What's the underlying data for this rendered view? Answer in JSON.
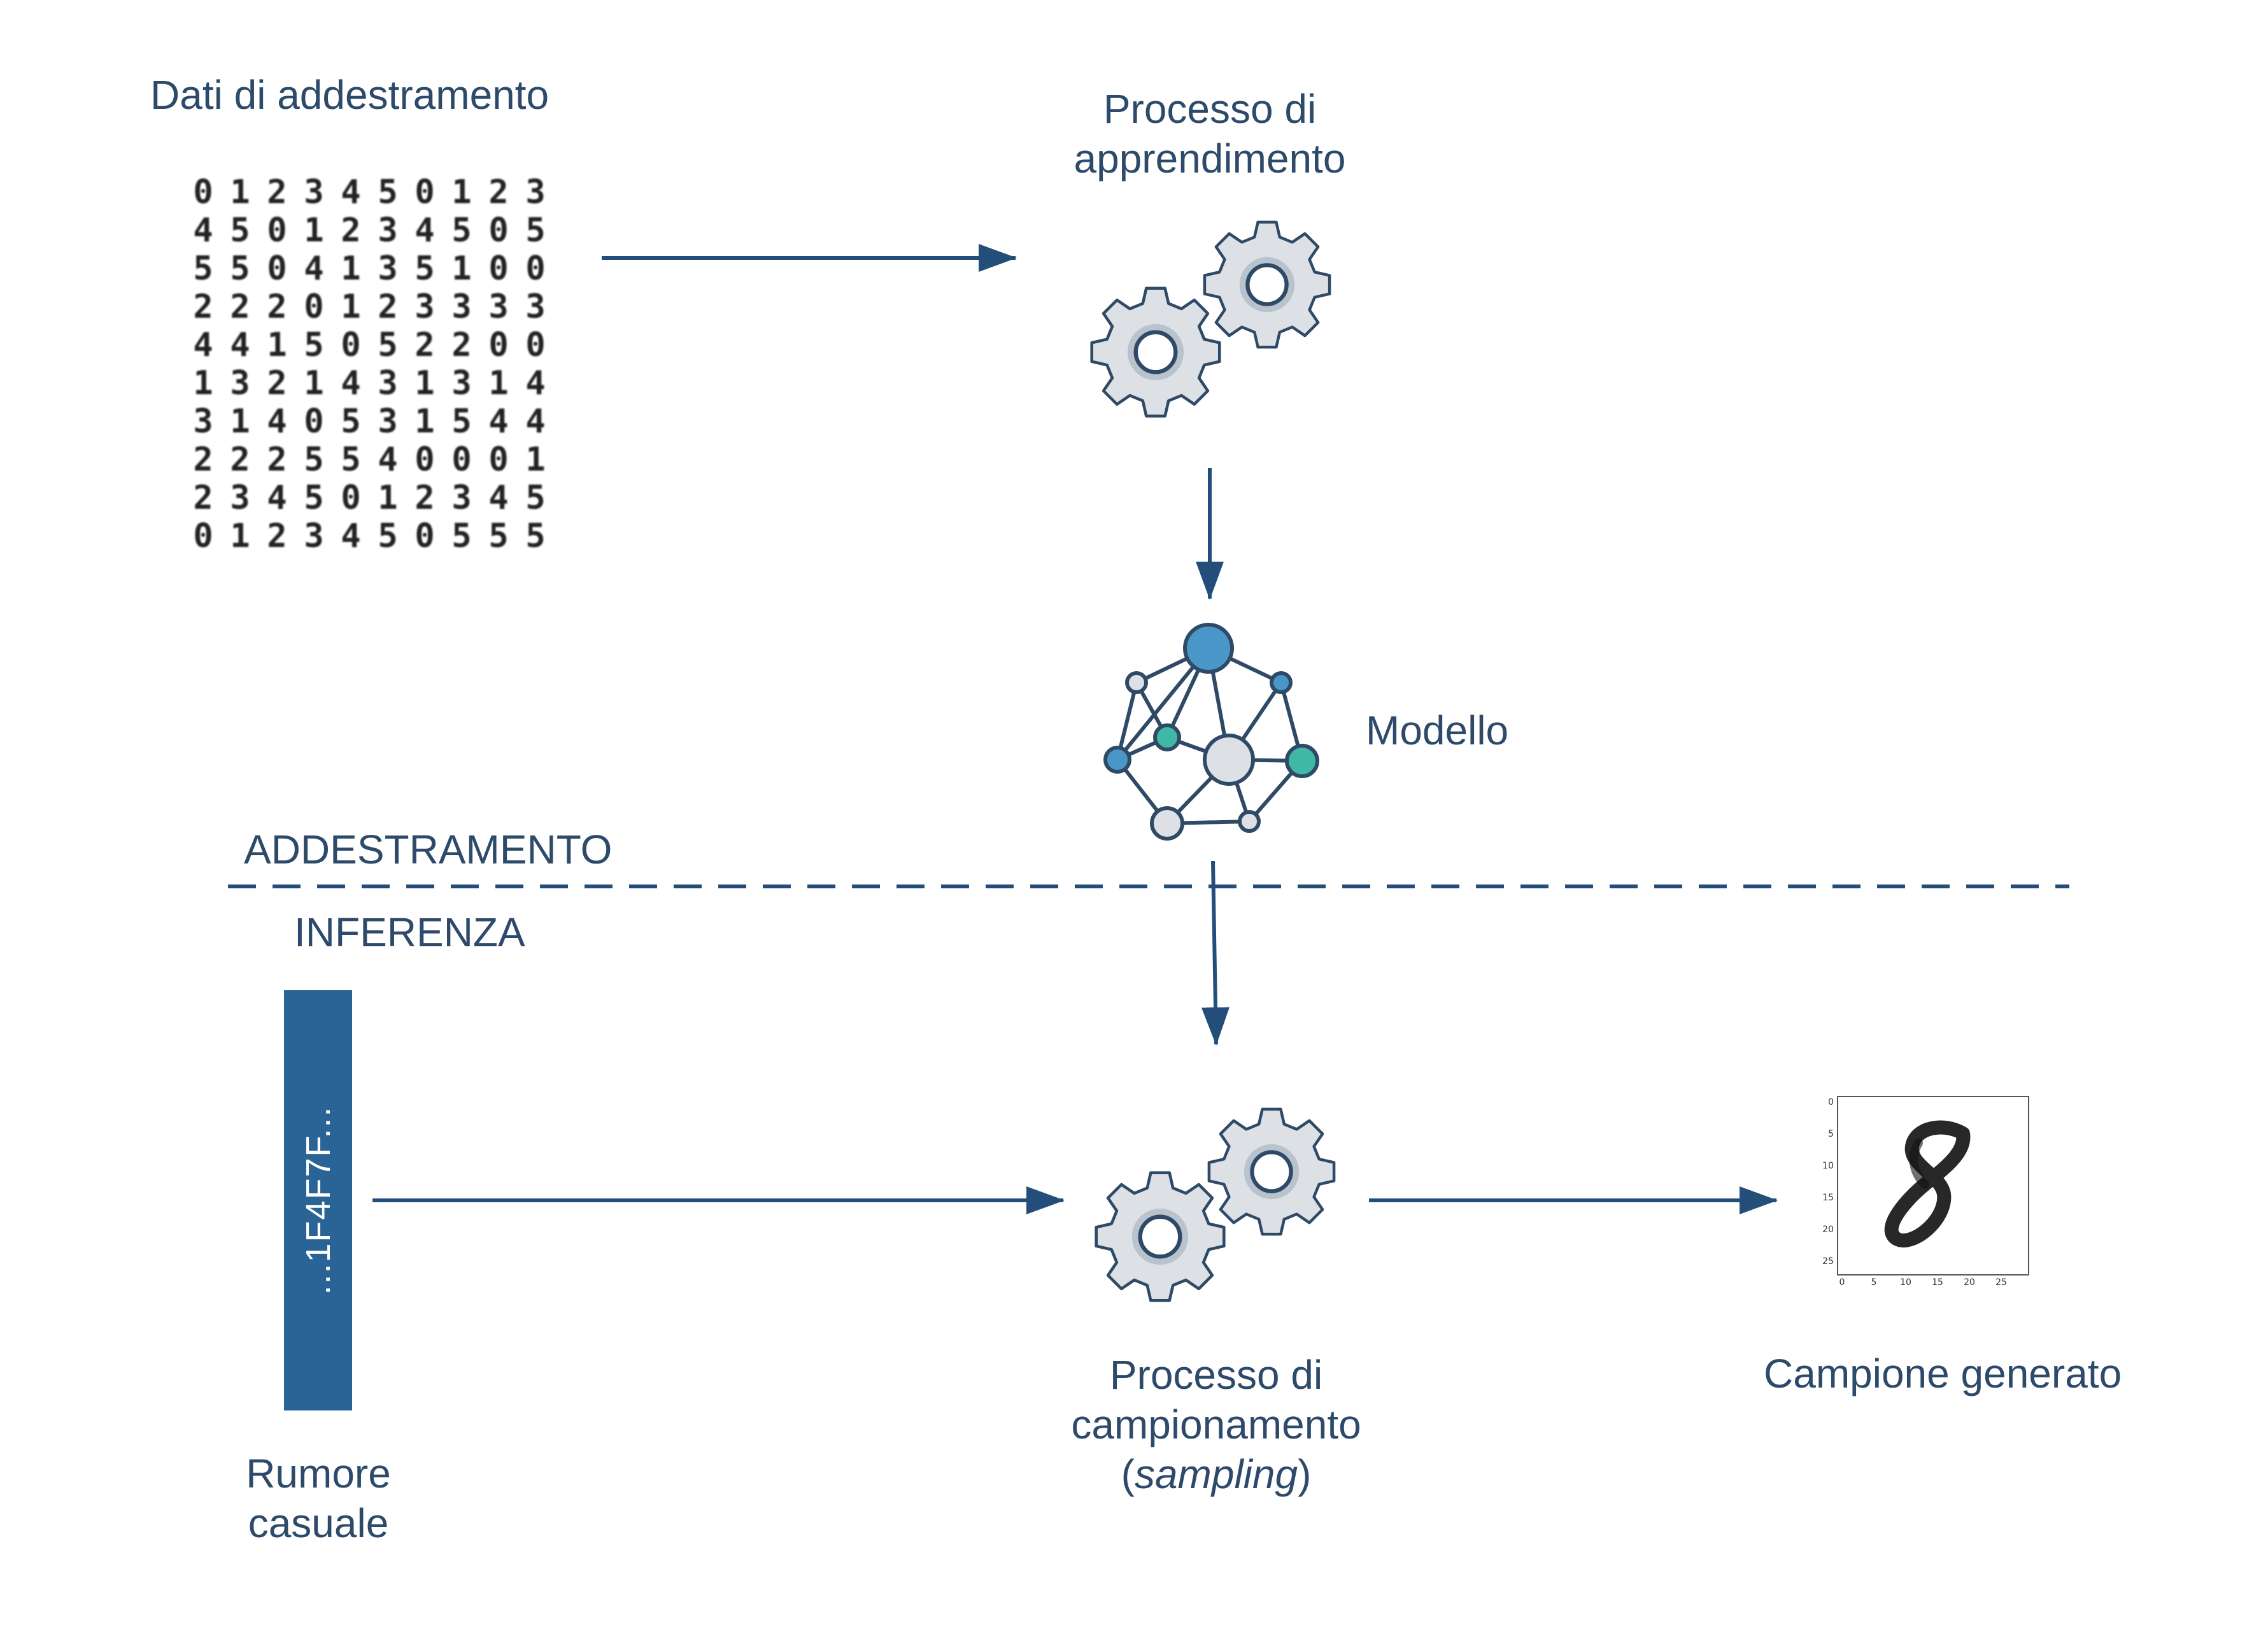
{
  "training": {
    "data_label": "Dati di addestramento",
    "digit_grid": [
      "0123450123",
      "4501234505",
      "5504135100",
      "2220123333",
      "4415052200",
      "1321431314",
      "3140531544",
      "2225540001",
      "2345012345",
      "0123450555"
    ],
    "learning_label_line1": "Processo di",
    "learning_label_line2": "apprendimento",
    "model_label": "Modello"
  },
  "divider": {
    "top_label": "ADDESTRAMENTO",
    "bottom_label": "INFERENZA"
  },
  "inference": {
    "noise_value": "...1F4F7F...",
    "noise_label_line1": "Rumore",
    "noise_label_line2": "casuale",
    "sampling_label_line1": "Processo di",
    "sampling_label_line2": "campionamento",
    "sampling_label_paren_open": "(",
    "sampling_label_italic": "sampling",
    "sampling_label_paren_close": ")",
    "sample_label": "Campione generato",
    "sample_plot": {
      "y_ticks": [
        "0",
        "5",
        "10",
        "15",
        "20",
        "25"
      ],
      "x_ticks": [
        "0",
        "5",
        "10",
        "15",
        "20",
        "25"
      ]
    }
  },
  "colors": {
    "text": "#2d4a6b",
    "arrow": "#234e7a",
    "gear_fill": "#dde1e5",
    "gear_stroke": "#2f4a66",
    "node_blue": "#4b96c8",
    "node_teal": "#3fb8a6",
    "node_grey": "#dde1e5",
    "noise_bar": "#2a6496"
  },
  "icons": {
    "learning": "gears-icon",
    "model": "neural-network-icon",
    "sampling": "gears-icon"
  }
}
